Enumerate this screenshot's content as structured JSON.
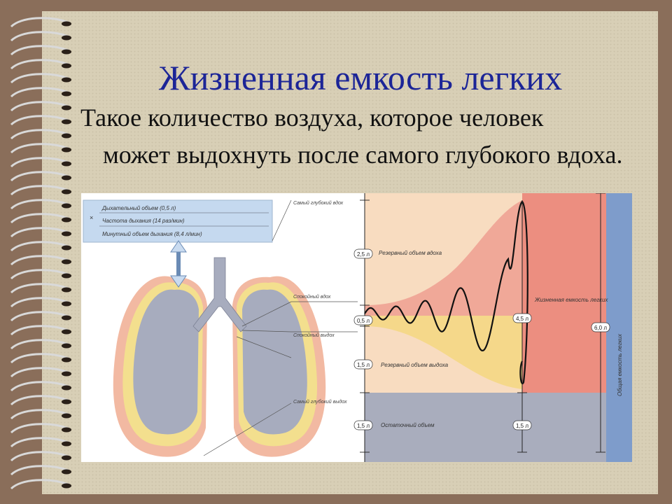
{
  "slide": {
    "title": "Жизненная емкость легких",
    "definition_line1": "Такое количество воздуха, которое человек",
    "definition_line2": "может выдохнуть после самого глубокого вдоха."
  },
  "legend_box": {
    "line1": "Дыхательный объем (0,5 л)",
    "multiply_sign": "×",
    "line2": "Частота дыхания (14 раз/мин)",
    "line3": "Минутный объем дыхания (8,4 л/мин)"
  },
  "phase_labels": {
    "deepest_inhale": "Самый глубокий вдох",
    "quiet_inhale": "Спокойный вдох",
    "quiet_exhale": "Спокойный выдох",
    "deepest_exhale": "Самый глубокий выдох"
  },
  "volumes": {
    "inspiratory_reserve": {
      "value": "2,5 л",
      "label": "Резервный объем вдоха"
    },
    "tidal": {
      "value": "0,5 л"
    },
    "expiratory_reserve": {
      "value": "1,5 л",
      "label": "Резервный объем выдоха"
    },
    "residual": {
      "value": "1,5 л",
      "label": "Остаточный объем"
    },
    "vital_capacity": {
      "value": "4,5 л",
      "label": "Жизненная емкость легких"
    },
    "residual_right": {
      "value": "1,5 л"
    },
    "total_capacity": {
      "value": "6,0 л",
      "label": "Общая емкость легких"
    }
  },
  "colors": {
    "title": "#1c2597",
    "inspiratory_zone": "#f8dcc0",
    "tidal_zone": "#f0a898",
    "expiratory_zone": "#f5d88a",
    "residual_zone": "#a9adbd",
    "vital_zone": "#ec8e80",
    "total_zone": "#7e9ccb",
    "legend_box": "#c5d9ef"
  }
}
